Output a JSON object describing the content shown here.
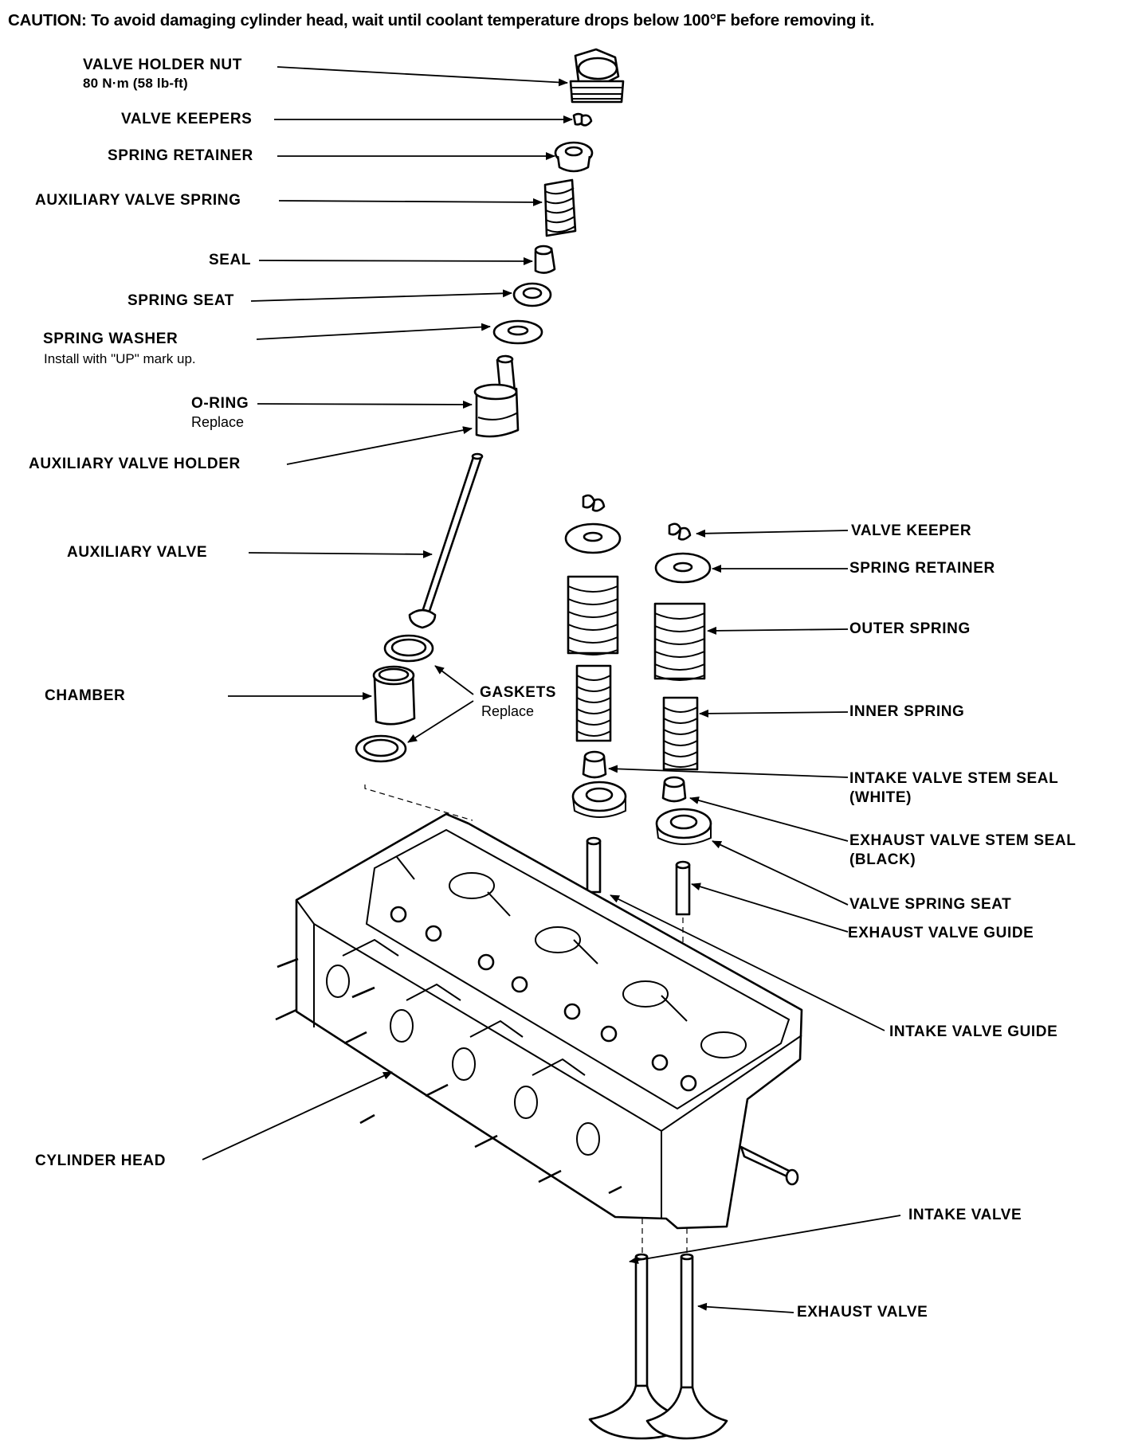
{
  "caution": {
    "prefix": "CAUTION:",
    "text": "To avoid damaging cylinder head, wait until coolant temperature drops below 100°F before removing it."
  },
  "labels": {
    "valve_holder_nut": "VALVE HOLDER NUT",
    "valve_holder_nut_torque": "80 N·m (58 lb-ft)",
    "valve_keepers": "VALVE KEEPERS",
    "spring_retainer_aux": "SPRING RETAINER",
    "auxiliary_valve_spring": "AUXILIARY VALVE SPRING",
    "seal": "SEAL",
    "spring_seat": "SPRING SEAT",
    "spring_washer": "SPRING WASHER",
    "spring_washer_note": "Install with \"UP\" mark up.",
    "o_ring": "O-RING",
    "o_ring_note": "Replace",
    "auxiliary_valve_holder": "AUXILIARY VALVE HOLDER",
    "auxiliary_valve": "AUXILIARY VALVE",
    "chamber": "CHAMBER",
    "gaskets": "GASKETS",
    "gaskets_note": "Replace",
    "valve_keeper": "VALVE KEEPER",
    "spring_retainer": "SPRING RETAINER",
    "outer_spring": "OUTER SPRING",
    "inner_spring": "INNER SPRING",
    "intake_valve_stem_seal": "INTAKE VALVE STEM SEAL",
    "intake_valve_stem_seal_color": "(WHITE)",
    "exhaust_valve_stem_seal": "EXHAUST VALVE STEM SEAL",
    "exhaust_valve_stem_seal_color": "(BLACK)",
    "valve_spring_seat": "VALVE SPRING SEAT",
    "exhaust_valve_guide": "EXHAUST VALVE GUIDE",
    "intake_valve_guide": "INTAKE VALVE GUIDE",
    "cylinder_head": "CYLINDER HEAD",
    "intake_valve": "INTAKE VALVE",
    "exhaust_valve": "EXHAUST VALVE"
  }
}
